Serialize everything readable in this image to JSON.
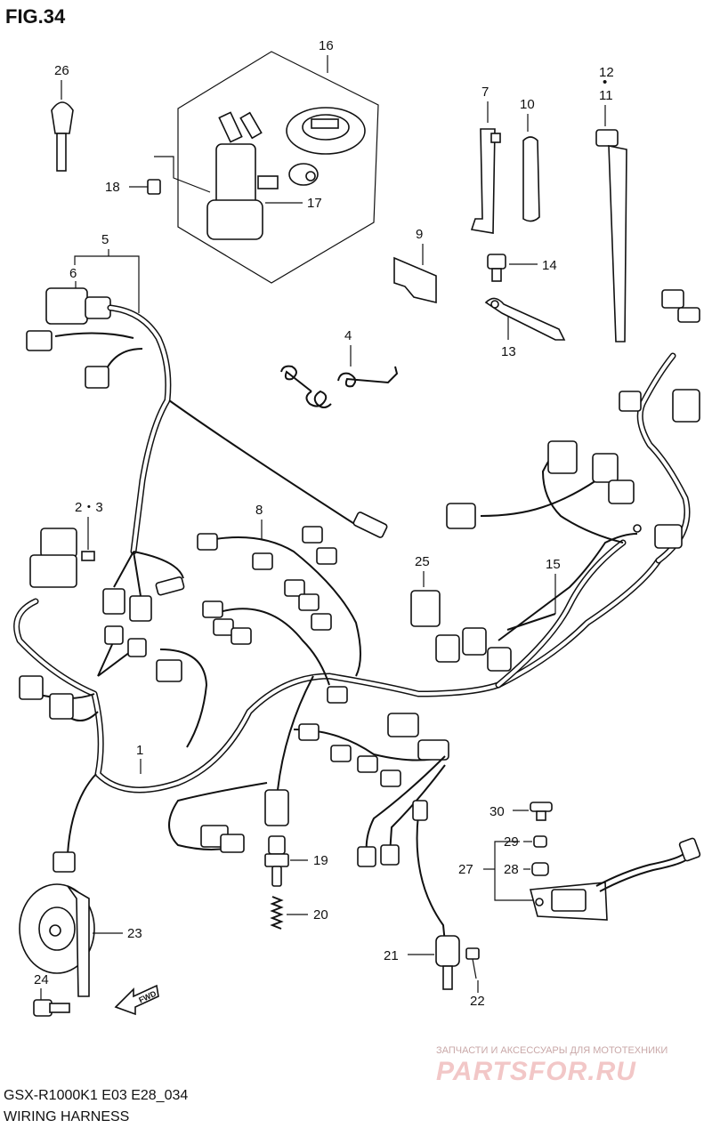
{
  "figure": {
    "title": "FIG.34"
  },
  "footer": {
    "model": "GSX-R1000K1 E03 E28_034",
    "caption": "WIRING HARNESS"
  },
  "watermark": {
    "tagline": "ЗАПЧАСТИ И АКСЕССУАРЫ ДЛЯ МОТОТЕХНИКИ",
    "brand": "PARTSFOR.RU"
  },
  "fwd_label": "FWD",
  "callouts": {
    "c1": "1",
    "c2_3": "2・3",
    "c4": "4",
    "c5": "5",
    "c6": "6",
    "c7": "7",
    "c8": "8",
    "c9": "9",
    "c10": "10",
    "c12": "12",
    "c11": "11",
    "c13": "13",
    "c14": "14",
    "c15": "15",
    "c16": "16",
    "c17": "17",
    "c18": "18",
    "c19": "19",
    "c20": "20",
    "c21": "21",
    "c22": "22",
    "c23": "23",
    "c24": "24",
    "c25": "25",
    "c26": "26",
    "c27": "27",
    "c28": "28",
    "c29": "29",
    "c30": "30",
    "dot": "•"
  }
}
